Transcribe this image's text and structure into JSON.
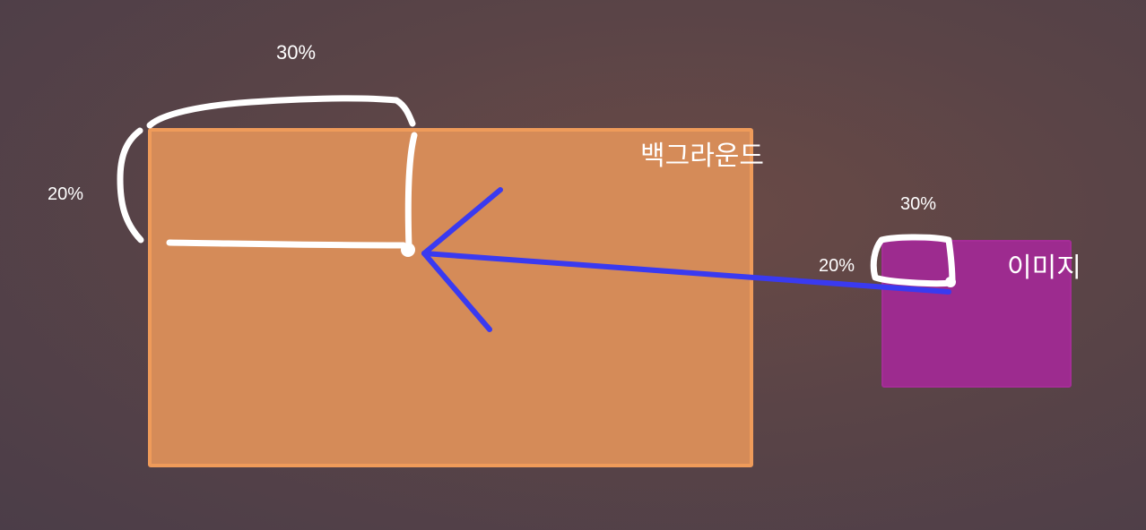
{
  "labels": {
    "background": "백그라운드",
    "image": "이미지",
    "bg_width_pct": "30%",
    "bg_height_pct": "20%",
    "img_width_pct": "30%",
    "img_height_pct": "20%"
  },
  "colors": {
    "background_rect_fill": "#d58b58",
    "background_rect_border": "#ef9b5a",
    "image_rect_fill": "#9d2b8f",
    "arrow": "#3a3af0",
    "annotation_stroke": "#ffffff"
  }
}
